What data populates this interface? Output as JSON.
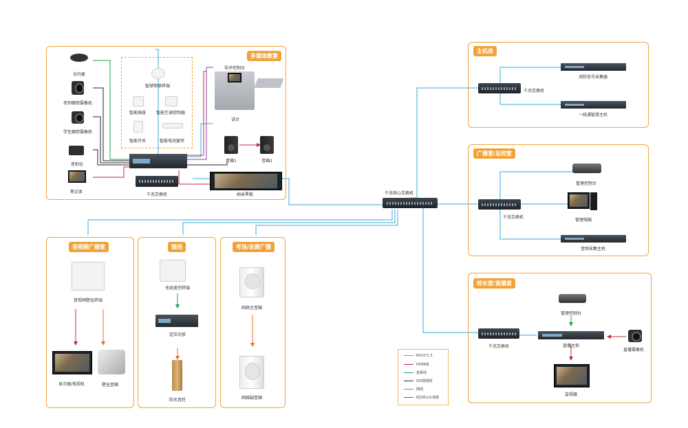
{
  "zones": {
    "multimedia": "多媒体教室",
    "server_room": "主机房",
    "broadcast_control": "广播室/总控室",
    "principal": "校长室/直播室",
    "av_broadcast": "音视频广播室",
    "playground": "操场",
    "exam_corridor": "考场/走廊广播"
  },
  "devices": {
    "mic_array": "全向麦",
    "teacher_cam": "老师跟踪摄像机",
    "student_cam": "学生跟踪摄像机",
    "visualizer": "音拍仪",
    "laptop": "笔记本",
    "iot_terminal": "智慧物联终端",
    "smart_socket": "智能插座",
    "ac_controller": "智能空调控制器",
    "smart_switch": "智能开关",
    "curtain": "智能电动窗帘",
    "guide_console": "导评控制台",
    "podium": "讲台",
    "speaker1": "音箱1",
    "speaker2": "音箱2",
    "mm_switch": "千兆交换机",
    "nano_board": "纳米黑板",
    "core_switch": "千兆核心交换机",
    "fire_collector": "消防信号采集器",
    "alarm_host": "一线通智慧主机",
    "sr_switch": "千兆交换机",
    "bc_console": "管理控制台",
    "bc_switch": "千兆交换机",
    "mgmt_pc": "管理电脑",
    "audio_host": "音频采集主机",
    "pr_console": "管理控制台",
    "pr_switch": "千兆交换机",
    "live_host": "直播主机",
    "live_cam": "直播摄像机",
    "monitor": "监视器",
    "wall_terminal": "音视频壁挂终端",
    "display_tv": "显示器/电视机",
    "wall_speaker": "壁挂音箱",
    "remote_terminal": "无线遥控终端",
    "amplifier": "定压功放",
    "column_speaker": "防水音柱",
    "net_main_speaker": "网络主音箱",
    "net_sub_speaker": "网络副音箱"
  },
  "legend": [
    {
      "label": "RVV2*1.5",
      "color": "#e8702a"
    },
    {
      "label": "HDMI线",
      "color": "#c0283c"
    },
    {
      "label": "音频线",
      "color": "#1aa34a"
    },
    {
      "label": "SDI视频线",
      "color": "#222222"
    },
    {
      "label": "网线",
      "color": "#3aa7d8"
    },
    {
      "label": "8芯双公头线缆",
      "color": "#8a3fa0"
    }
  ],
  "colors": {
    "accent": "#f0a33a"
  }
}
